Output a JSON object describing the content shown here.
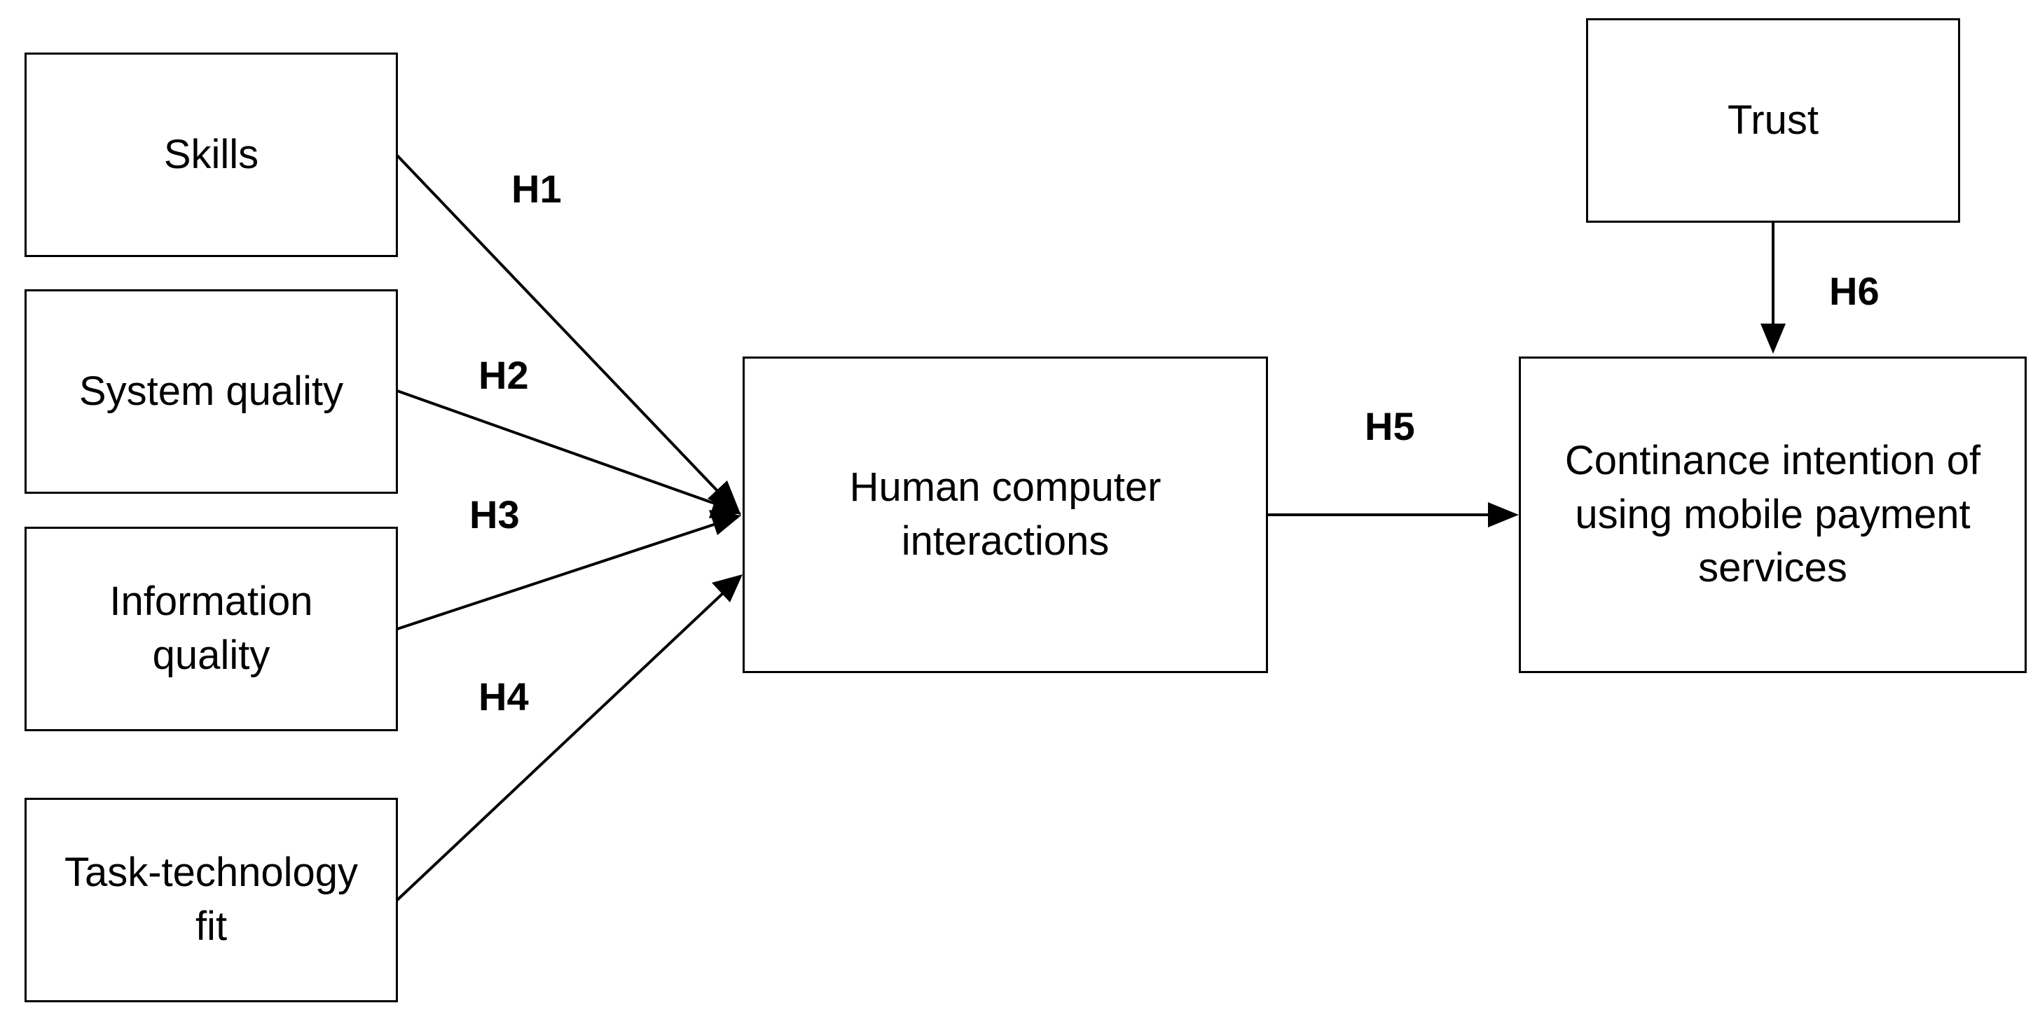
{
  "diagram": {
    "nodes": {
      "skills": "Skills",
      "system_quality": "System quality",
      "information_quality": "Information\nquality",
      "task_technology_fit": "Task-technology\nfit",
      "human_computer_interactions": "Human computer\ninteractions",
      "trust": "Trust",
      "continuance_intention": "Continance intention of\nusing mobile payment\nservices"
    },
    "hypotheses": {
      "h1": "H1",
      "h2": "H2",
      "h3": "H3",
      "h4": "H4",
      "h5": "H5",
      "h6": "H6"
    },
    "edges": [
      {
        "from": "skills",
        "to": "human_computer_interactions",
        "label": "H1"
      },
      {
        "from": "system_quality",
        "to": "human_computer_interactions",
        "label": "H2"
      },
      {
        "from": "information_quality",
        "to": "human_computer_interactions",
        "label": "H3"
      },
      {
        "from": "task_technology_fit",
        "to": "human_computer_interactions",
        "label": "H4"
      },
      {
        "from": "human_computer_interactions",
        "to": "continuance_intention",
        "label": "H5"
      },
      {
        "from": "trust",
        "to": "continuance_intention",
        "label": "H6"
      }
    ]
  }
}
